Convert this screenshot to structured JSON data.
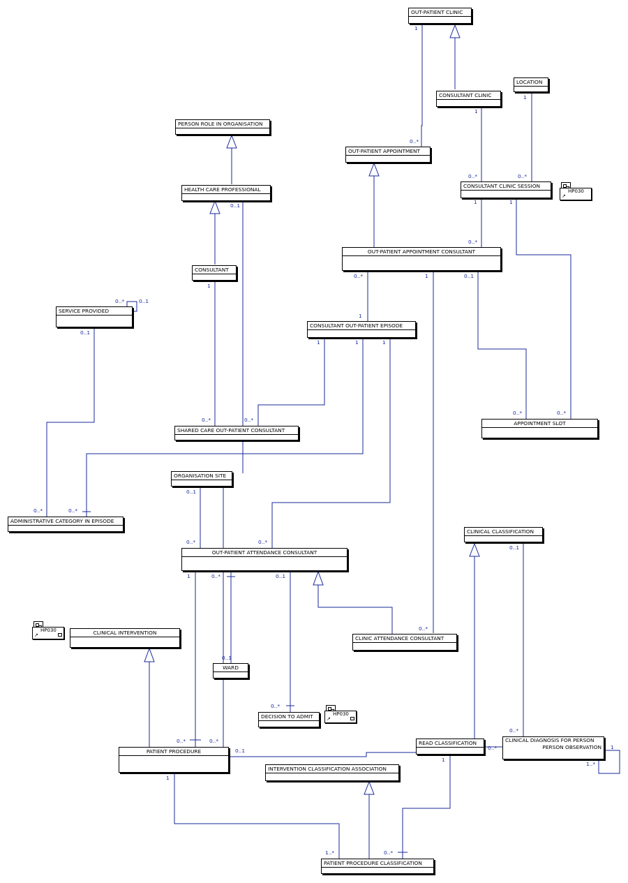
{
  "entities": {
    "outpatient_clinic": "OUT-PATIENT CLINIC",
    "location": "LOCATION",
    "consultant_clinic": "CONSULTANT CLINIC",
    "person_role_in_organisation": "PERSON ROLE IN ORGANISATION",
    "outpatient_appointment": "OUT-PATIENT APPOINTMENT",
    "health_care_professional": "HEALTH CARE PROFESSIONAL",
    "consultant_clinic_session": "CONSULTANT CLINIC SESSION",
    "outpatient_appointment_consultant": "OUT-PATIENT APPOINTMENT CONSULTANT",
    "consultant": "CONSULTANT",
    "service_provided": "SERVICE PROVIDED",
    "consultant_outpatient_episode": "CONSULTANT OUT-PATIENT EPISODE",
    "appointment_slot": "APPOINTMENT SLOT",
    "shared_care_outpatient_consultant": "SHARED CARE OUT-PATIENT CONSULTANT",
    "organisation_site": "ORGANISATION SITE",
    "administrative_category_in_episode": "ADMINISTRATIVE CATEGORY IN EPISODE",
    "clinical_classification": "CLINICAL CLASSIFICATION",
    "outpatient_attendance_consultant": "OUT-PATIENT ATTENDANCE CONSULTANT",
    "clinical_intervention": "CLINICAL INTERVENTION",
    "clinic_attendance_consultant": "CLINIC ATTENDANCE CONSULTANT",
    "ward": "WARD",
    "decision_to_admit": "DECISION TO ADMIT",
    "read_classification": "READ CLASSIFICATION",
    "clinical_diagnosis_line1": "CLINICAL DIAGNOSIS FOR PERSON",
    "clinical_diagnosis_line2": "PERSON OBSERVATION",
    "patient_procedure": "PATIENT PROCEDURE",
    "intervention_classification_association": "INTERVENTION CLASSIFICATION ASSOCIATION",
    "patient_procedure_classification": "PATIENT PROCEDURE CLASSIFICATION"
  },
  "packages": {
    "hp030_a": "HP030",
    "hp030_b": "HP030",
    "hp030_c": "HP030"
  },
  "multiplicities": {
    "opc_1": "1",
    "opa_many": "0..*",
    "cc_1": "1",
    "loc_1": "1",
    "ccs_many_a": "0..*",
    "ccs_many_b": "0..*",
    "hcp_01": "0..1",
    "ccs_1a": "1",
    "ccs_1b": "1",
    "opac_many_top": "0..*",
    "opac_many_a": "0..*",
    "opac_1": "1",
    "opac_01": "0..1",
    "cons_1": "1",
    "sp_self_many": "0..*",
    "sp_self_01": "0..1",
    "sp_01": "0..1",
    "cope_1_top": "1",
    "cope_1a": "1",
    "cope_1b": "1",
    "cope_1c": "1",
    "scoc_many_a": "0..*",
    "scoc_many_b": "0..*",
    "as_many_a": "0..*",
    "as_many_b": "0..*",
    "os_01": "0..1",
    "acie_many_a": "0..*",
    "acie_many_b": "0..*",
    "opat_many_a": "0..*",
    "opat_many_b": "0..*",
    "opat_1": "1",
    "opat_many_c": "0..*",
    "opat_01": "0..1",
    "clc_01": "0..1",
    "cac_many": "0..*",
    "ward_01": "0..1",
    "dta_many": "0..*",
    "pp_many_a": "0..*",
    "pp_many_b": "0..*",
    "pp_01": "0..1",
    "pp_1": "1",
    "cdp_many_top": "0..*",
    "rc_many": "0..*",
    "rc_1": "1",
    "cdp_self_1": "1",
    "cdp_self_many": "1..*",
    "ppc_many_a": "1..*",
    "ppc_many_b": "0..*"
  },
  "colors": {
    "line": "#1a2a9a",
    "border": "#000000",
    "multiplicity": "#1a2a9a"
  }
}
